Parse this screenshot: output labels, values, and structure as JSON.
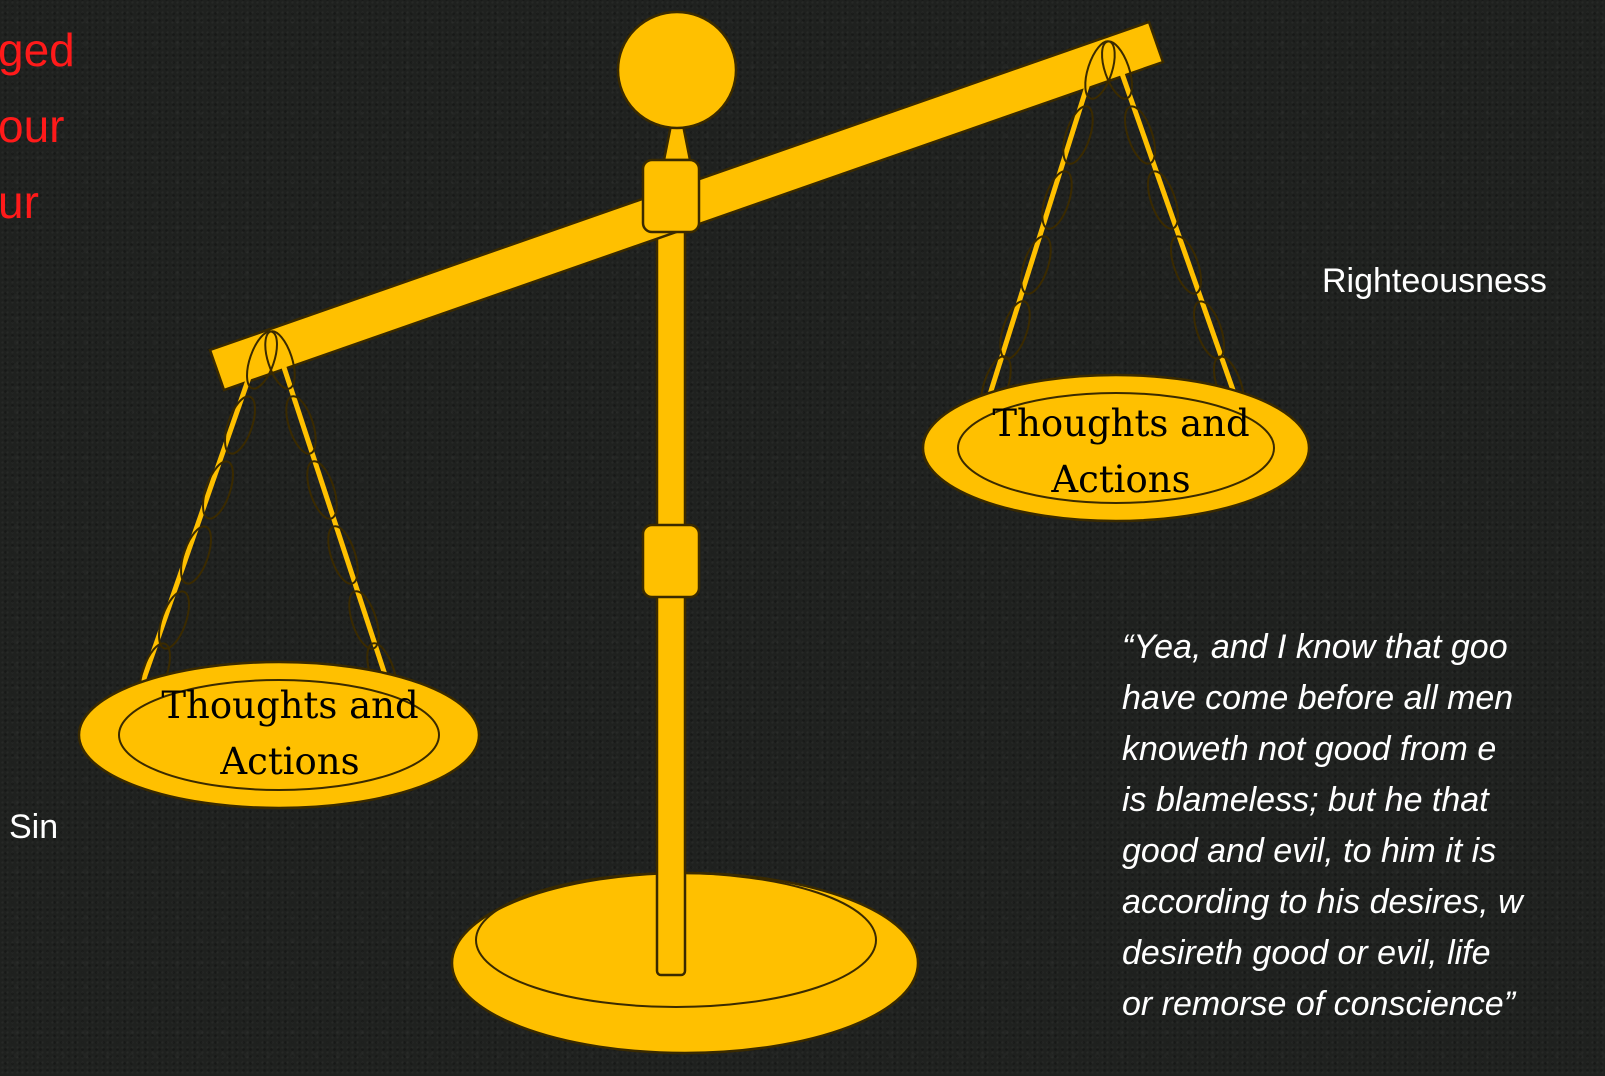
{
  "slide": {
    "left_text_lines": [
      "ged",
      "our",
      "ur"
    ],
    "colors": {
      "gold": "#ffc000",
      "outline": "#3a2a00",
      "red_text": "#ff1a1a",
      "white_text": "#ffffff"
    }
  },
  "scale": {
    "right_pan": {
      "line1": "Thoughts and",
      "line2": "Actions"
    },
    "left_pan": {
      "line1": "Thoughts and",
      "line2": "Actions"
    }
  },
  "labels": {
    "right": "Righteousness",
    "left": "Sin"
  },
  "quote_lines": [
    "“Yea, and I know that goo",
    "have come before all men",
    "knoweth not good from e",
    "is  blameless; but he that",
    "good and evil, to him it is",
    "according to his desires, w",
    "desireth good or evil, life",
    "or remorse of conscience”"
  ]
}
